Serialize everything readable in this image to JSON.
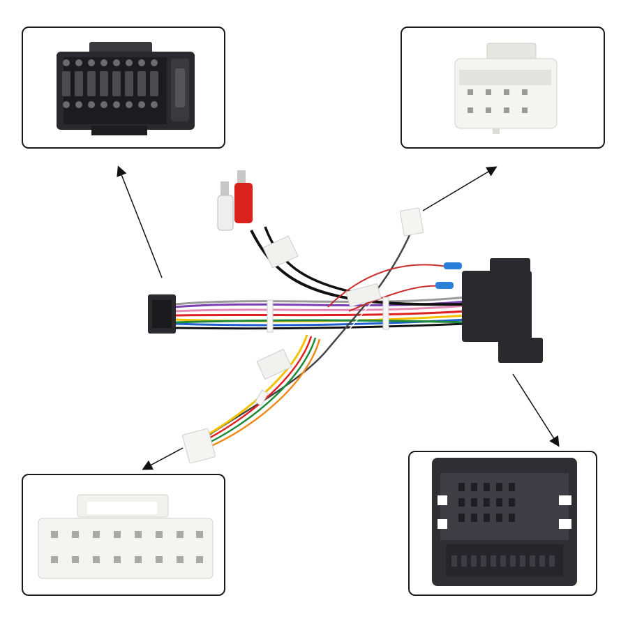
{
  "scene": {
    "background": "#ffffff",
    "panel_border": "#1a1a1a",
    "colors": {
      "black_connector": "#2a2a2e",
      "white_connector": "#f4f4f2",
      "rca_red": "#d9221b",
      "rca_white": "#eeeeee",
      "arrow": "#111111"
    },
    "wire_colors": [
      "#e02020",
      "#f2c200",
      "#1d8a3a",
      "#1f5fd0",
      "#7b3fb5",
      "#f08a1a",
      "#8a5a2b",
      "#e58ab2",
      "#9a9a9a",
      "#111111",
      "#ffffff"
    ],
    "callouts": [
      {
        "name": "iso-16-pin-black",
        "position": "top-left"
      },
      {
        "name": "white-small-plug",
        "position": "top-right"
      },
      {
        "name": "white-16-pin",
        "position": "bottom-left"
      },
      {
        "name": "black-quadlock",
        "position": "bottom-right"
      }
    ]
  }
}
